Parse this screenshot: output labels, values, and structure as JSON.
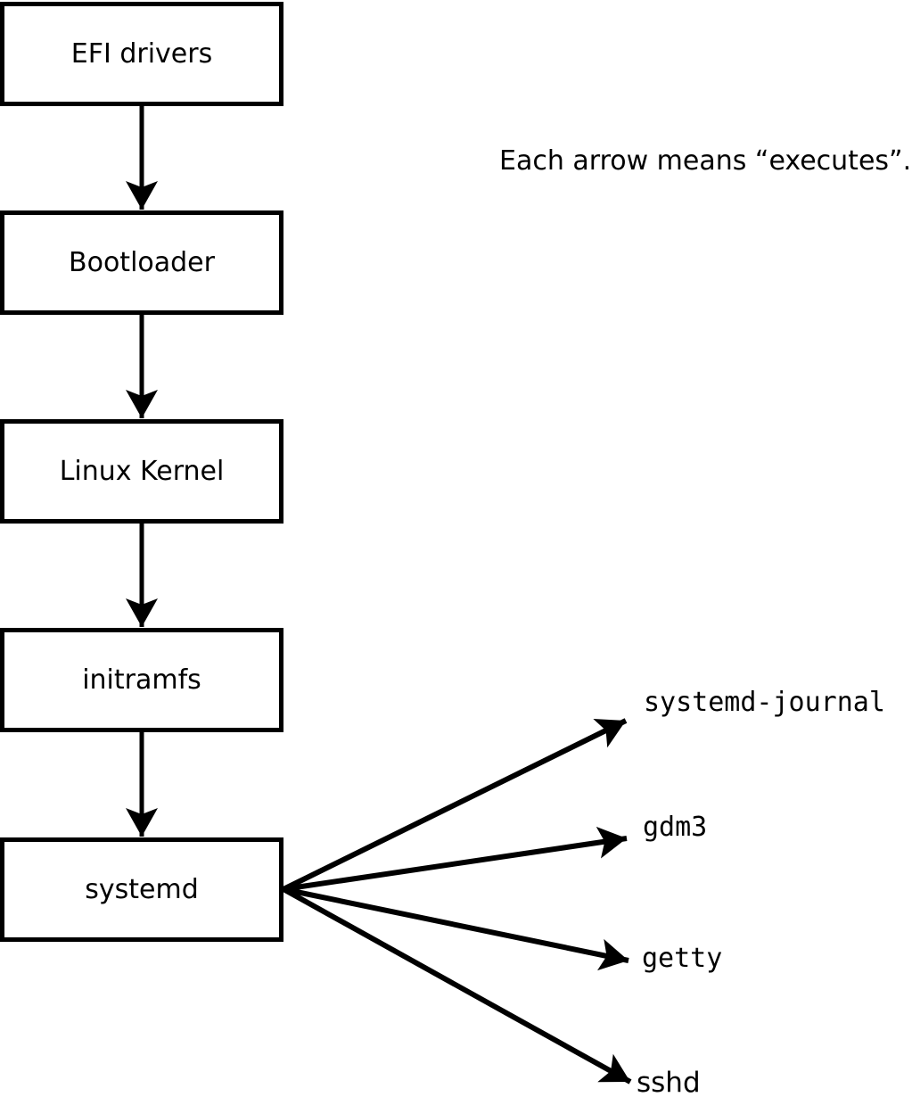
{
  "diagram": {
    "note": "Each arrow means “executes”.",
    "chain": [
      {
        "label": "EFI drivers"
      },
      {
        "label": "Bootloader"
      },
      {
        "label": "Linux Kernel"
      },
      {
        "label": "initramfs"
      },
      {
        "label": "systemd"
      }
    ],
    "spawned": [
      {
        "label": "systemd-journal"
      },
      {
        "label": "gdm3"
      },
      {
        "label": "getty"
      },
      {
        "label": "sshd"
      }
    ],
    "arrow_meaning": "executes",
    "colors": {
      "stroke": "#000000",
      "background": "#ffffff",
      "box_fill": "#ffffff",
      "text": "#000000"
    }
  }
}
